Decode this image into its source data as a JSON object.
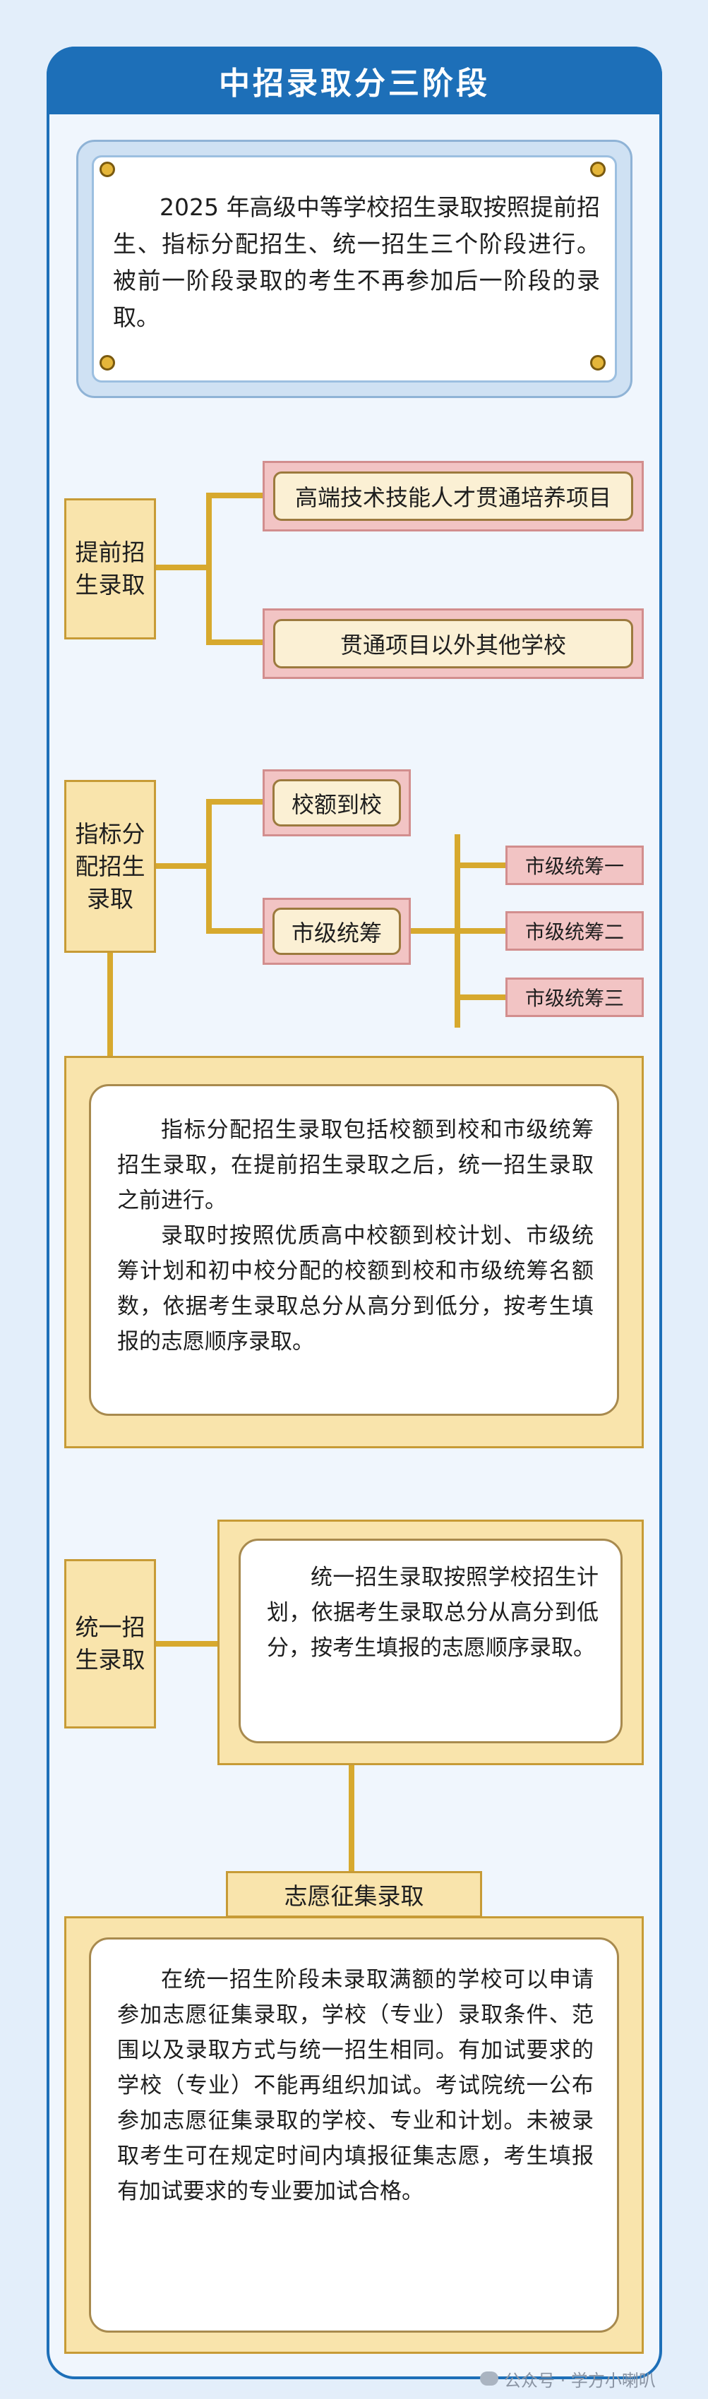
{
  "title": "中招录取分三阶段",
  "intro": "2025 年高级中等学校招生录取按照提前招生、指标分配招生、统一招生三个阶段进行。被前一阶段录取的考生不再参加后一阶段的录取。",
  "stage1": {
    "label": "提前招生录取",
    "options": [
      "高端技术技能人才贯通培养项目",
      "贯通项目以外其他学校"
    ]
  },
  "stage2": {
    "label": "指标分配招生录取",
    "options": [
      "校额到校",
      "市级统筹"
    ],
    "sub_options": [
      "市级统筹一",
      "市级统筹二",
      "市级统筹三"
    ],
    "desc_p1": "指标分配招生录取包括校额到校和市级统筹招生录取，在提前招生录取之后，统一招生录取之前进行。",
    "desc_p2": "录取时按照优质高中校额到校计划、市级统筹计划和初中校分配的校额到校和市级统筹名额数，依据考生录取总分从高分到低分，按考生填报的志愿顺序录取。"
  },
  "stage3": {
    "label": "统一招生录取",
    "desc": "统一招生录取按照学校招生计划，依据考生录取总分从高分到低分，按考生填报的志愿顺序录取。"
  },
  "stage4": {
    "label": "志愿征集录取",
    "desc": "在统一招生阶段未录取满额的学校可以申请参加志愿征集录取，学校（专业）录取条件、范围以及录取方式与统一招生相同。有加试要求的学校（专业）不能再组织加试。考试院统一公布参加志愿征集录取的学校、专业和计划。未被录取考生可在规定时间内填报征集志愿，考生填报有加试要求的专业要加试合格。"
  },
  "watermark": "公众号 · 学方小喇叭",
  "colors": {
    "frame_blue": "#1d6fb8",
    "stage_fill": "#f9e4ac",
    "option_pink": "#f2c4c4",
    "connector": "#d7a92e"
  }
}
